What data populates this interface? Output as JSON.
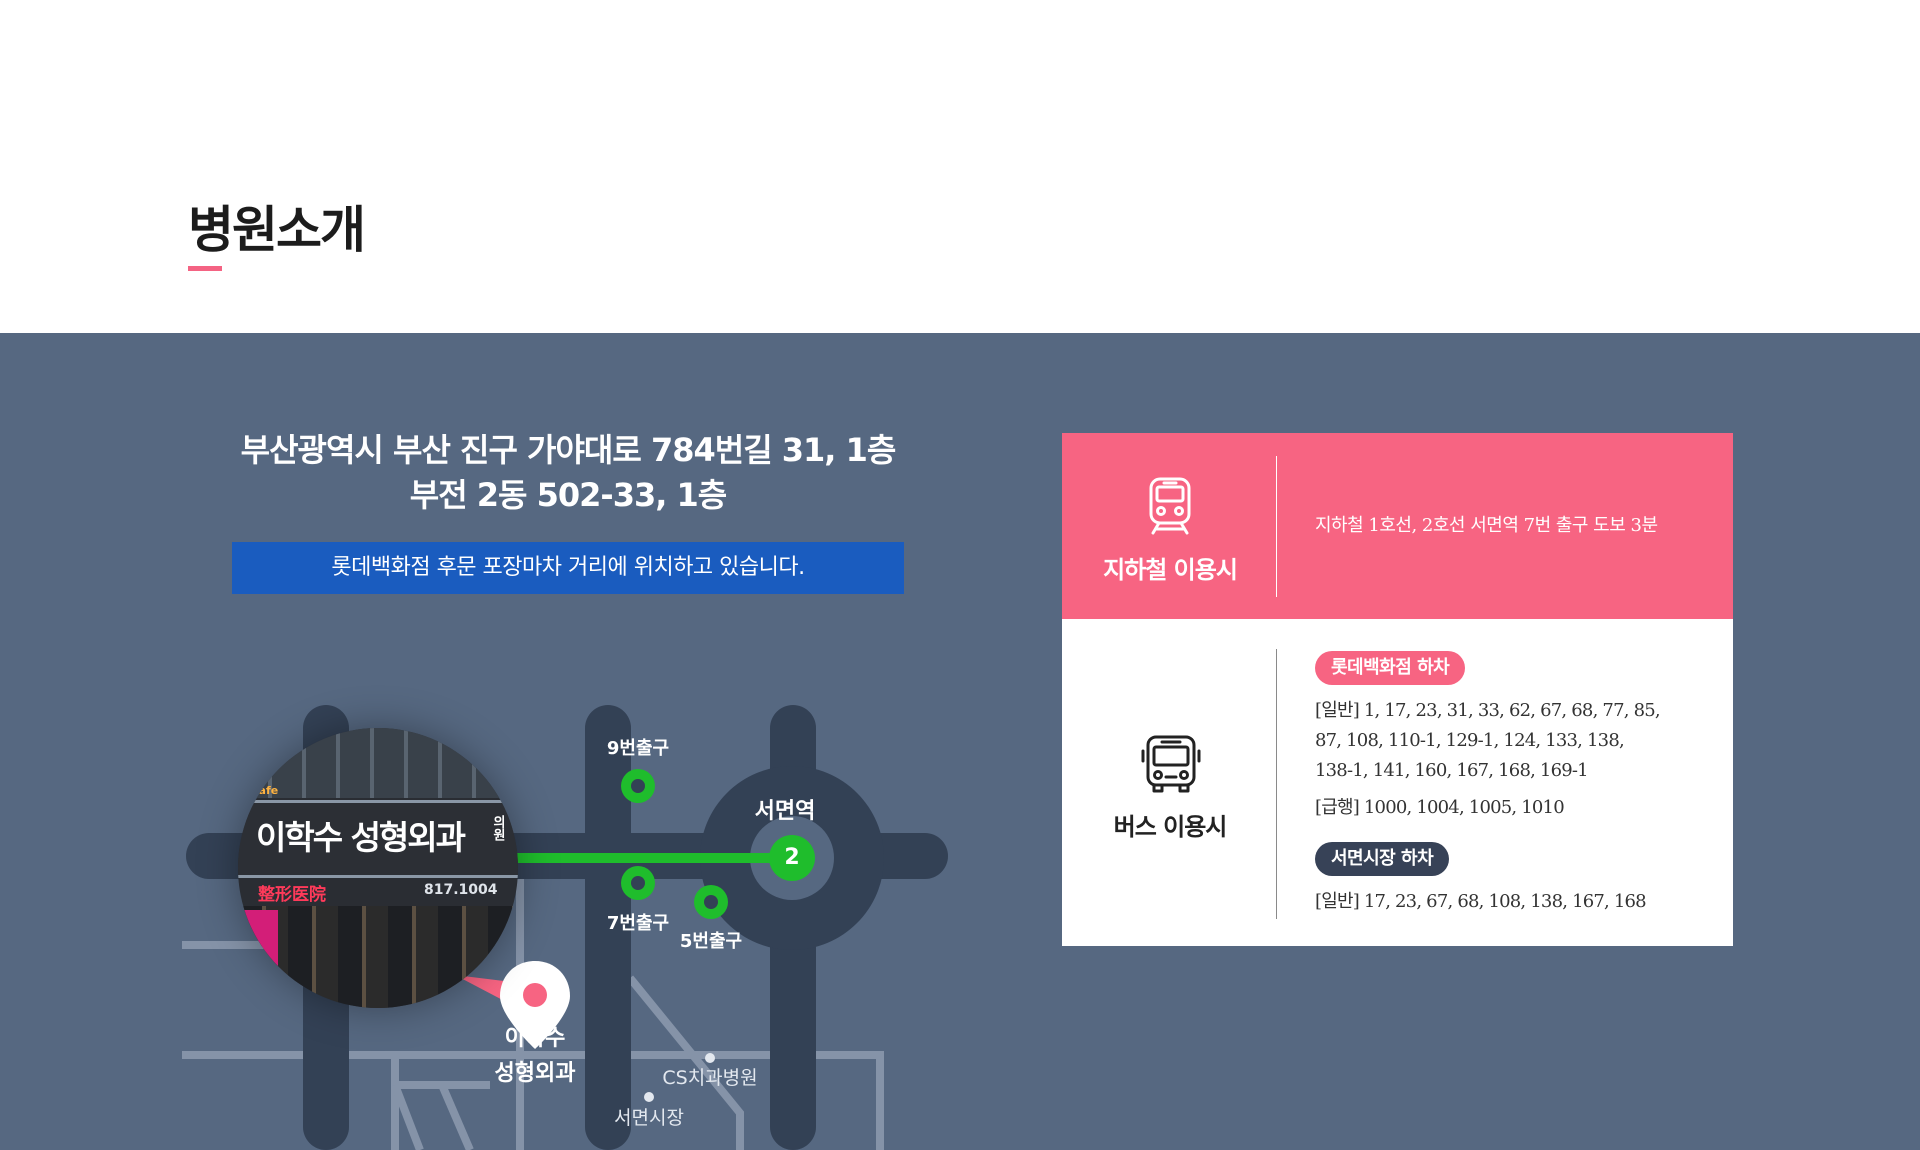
{
  "header": {
    "title": "병원소개",
    "accent_color": "#f46383"
  },
  "location": {
    "background_color": "#566881",
    "address_line1": "부산광역시 부산 진구 가야대로 784번길 31, 1층",
    "address_line2": "부전 2동 502-33, 1층",
    "note": "롯데백화점 후문 포장마차 거리에 위치하고 있습니다.",
    "note_color": "#1a5cbf"
  },
  "map": {
    "photo": {
      "sign": "이학수 성형외과",
      "sign_suffix": "의원",
      "sub_sign": "整形医院",
      "phone": "817.1004",
      "cafe": "cafe"
    },
    "station": {
      "name": "서면역",
      "line_number": "2"
    },
    "exits": [
      "9번출구",
      "7번출구",
      "5번출구"
    ],
    "clinic_marker_line1": "이학수",
    "clinic_marker_line2": "성형외과",
    "landmarks": [
      "CS치과병원",
      "서면시장"
    ],
    "road_color": "#334155",
    "route_color": "#1fbd2c",
    "marker_color": "#f76482"
  },
  "transport": {
    "subway": {
      "icon": "train-icon",
      "label": "지하철 이용시",
      "text": "지하철 1호선, 2호선 서면역 7번 출구 도보 3분",
      "color": "#f76482"
    },
    "bus": {
      "icon": "bus-icon",
      "label": "버스 이용시",
      "stop1": "롯데백화점 하차",
      "stop1_general_line1": "[일반] 1, 17, 23, 31, 33, 62, 67, 68, 77, 85,",
      "stop1_general_line2": "87, 108, 110-1, 129-1, 124, 133, 138,",
      "stop1_general_line3": "138-1, 141, 160, 167, 168, 169-1",
      "stop1_express": "[급행] 1000, 1004, 1005, 1010",
      "stop2": "서면시장 하차",
      "stop2_general": "[일반] 17, 23, 67, 68, 108, 138, 167, 168",
      "badge_pink": "#f76482",
      "badge_navy": "#374257"
    }
  }
}
